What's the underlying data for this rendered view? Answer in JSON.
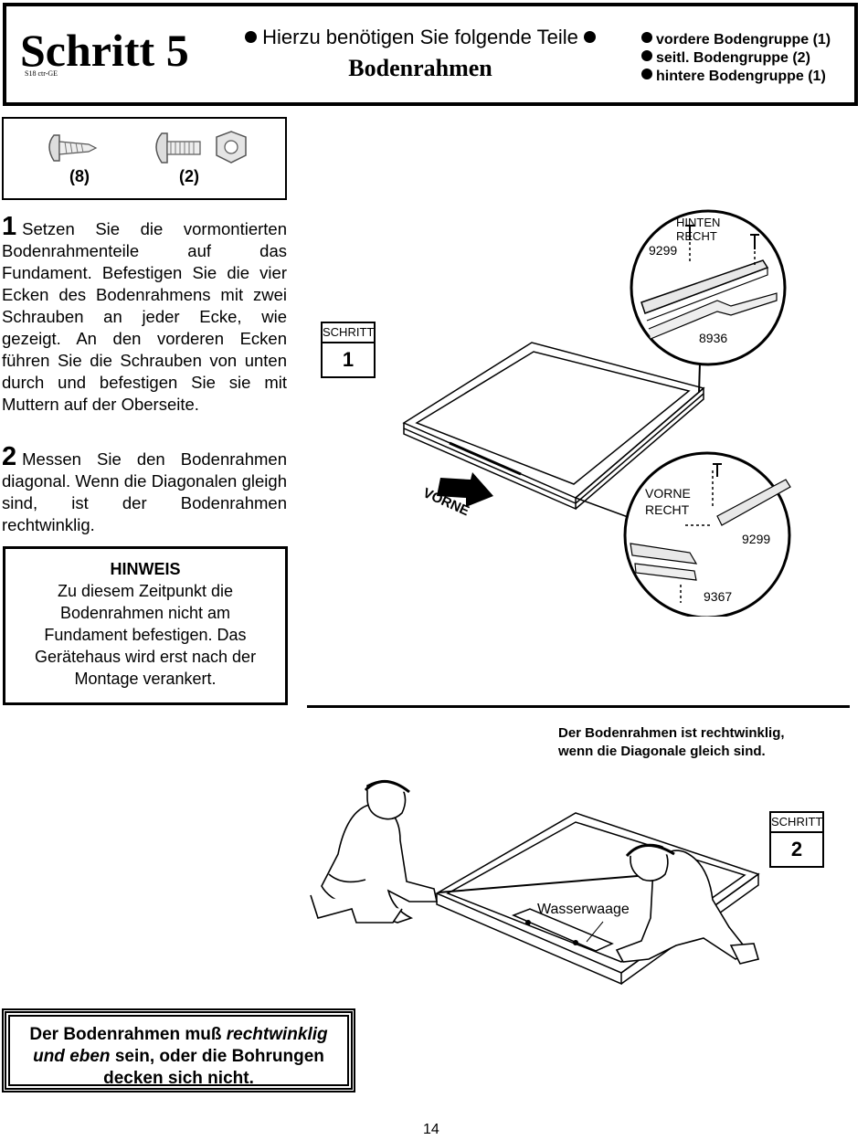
{
  "header": {
    "step_title": "Schritt 5",
    "step_code": "S18 ctr-GE",
    "parts_intro": "Hierzu benötigen Sie folgende Teile",
    "subtitle": "Bodenrahmen",
    "groups": [
      "vordere Bodengruppe (1)",
      "seitl. Bodengruppe (2)",
      "hintere Bodengruppe (1)"
    ]
  },
  "hardware": {
    "screw_qty": "(8)",
    "bolt_nut_qty": "(2)"
  },
  "steps": {
    "step1_num": "1",
    "step1_text": "Setzen Sie die vormontierten Bodenrahmenteile auf das Fundament. Befestigen Sie die vier Ecken des Bodenrahmens mit zwei Schrauben an jeder Ecke, wie gezeigt. An den vorderen Ecken führen Sie die Schrauben von unten durch und befestigen Sie sie mit Muttern auf der Oberseite.",
    "step2_num": "2",
    "step2_text": "Messen Sie den Bodenrahmen diagonal. Wenn die Diagonalen gleigh sind, ist der Bodenrahmen rechtwinklig."
  },
  "note": {
    "title": "HINWEIS",
    "text": "Zu diesem Zeitpunkt die Bodenrahmen nicht am Fundament befestigen. Das Gerätehaus wird erst nach der Montage verankert."
  },
  "diagram1": {
    "step_label": "SCHRITT",
    "step_number": "1",
    "front_label": "VORNE",
    "detail_top": {
      "label_line1": "HINTEN",
      "label_line2": "RECHT",
      "part_a": "9299",
      "part_b": "8936"
    },
    "detail_bottom": {
      "label_line1": "VORNE",
      "label_line2": "RECHT",
      "part_a": "9299",
      "part_b": "9367"
    }
  },
  "diagram2": {
    "caption_line1": "Der Bodenrahmen ist rechtwinklig,",
    "caption_line2": "wenn die Diagonale gleich sind.",
    "step_label": "SCHRITT",
    "step_number": "2",
    "level_label": "Wasserwaage"
  },
  "warning": {
    "part1": "Der Bodenrahmen muß ",
    "em1": "rechtwinklig",
    "em2": "und eben",
    "part2": " sein, oder die Bohrungen decken sich nicht."
  },
  "page_number": "14"
}
